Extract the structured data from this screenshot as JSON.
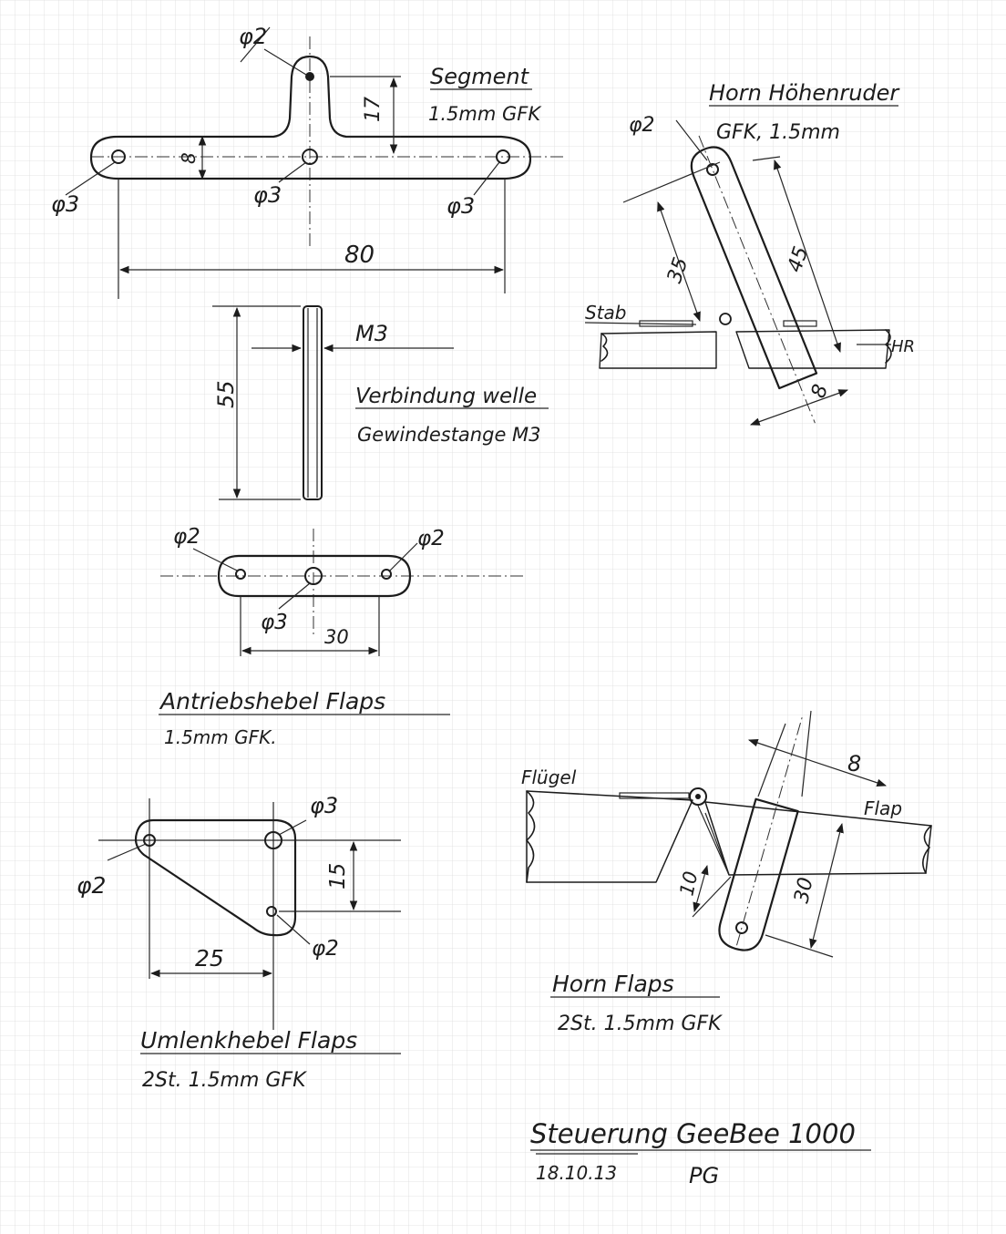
{
  "segment": {
    "title": "Segment",
    "material": "1.5mm GFK",
    "hole_top": "φ2",
    "hole_left": "φ3",
    "hole_center": "φ3",
    "hole_right": "φ3",
    "dim_height": "17",
    "dim_width_bar": "8",
    "dim_length": "80"
  },
  "shaft": {
    "thread": "M3",
    "dim_length": "55",
    "title": "Verbindung welle",
    "subtitle": "Gewindestange M3"
  },
  "drive_lever": {
    "hole_left": "φ2",
    "hole_right": "φ2",
    "hole_center": "φ3",
    "dim_length": "30",
    "title": "Antriebshebel Flaps",
    "material": "1.5mm GFK."
  },
  "elevator_horn": {
    "title": "Horn Höhenruder",
    "hole": "φ2",
    "material": "GFK, 1.5mm",
    "dim_a": "35",
    "dim_b": "45",
    "dim_width": "8",
    "label_rod": "Stab",
    "label_part": "HR"
  },
  "bellcrank": {
    "hole_left": "φ2",
    "hole_top": "φ3",
    "hole_bottom": "φ2",
    "dim_height": "15",
    "dim_width": "25",
    "title": "Umlenkhebel Flaps",
    "material": "2St. 1.5mm GFK"
  },
  "flap_horn": {
    "label_wing": "Flügel",
    "label_flap": "Flap",
    "dim_width": "8",
    "dim_a": "10",
    "dim_b": "30",
    "title": "Horn Flaps",
    "material": "2St. 1.5mm GFK"
  },
  "footer": {
    "title": "Steuerung GeeBee 1000",
    "date": "18.10.13",
    "initials": "PG"
  }
}
